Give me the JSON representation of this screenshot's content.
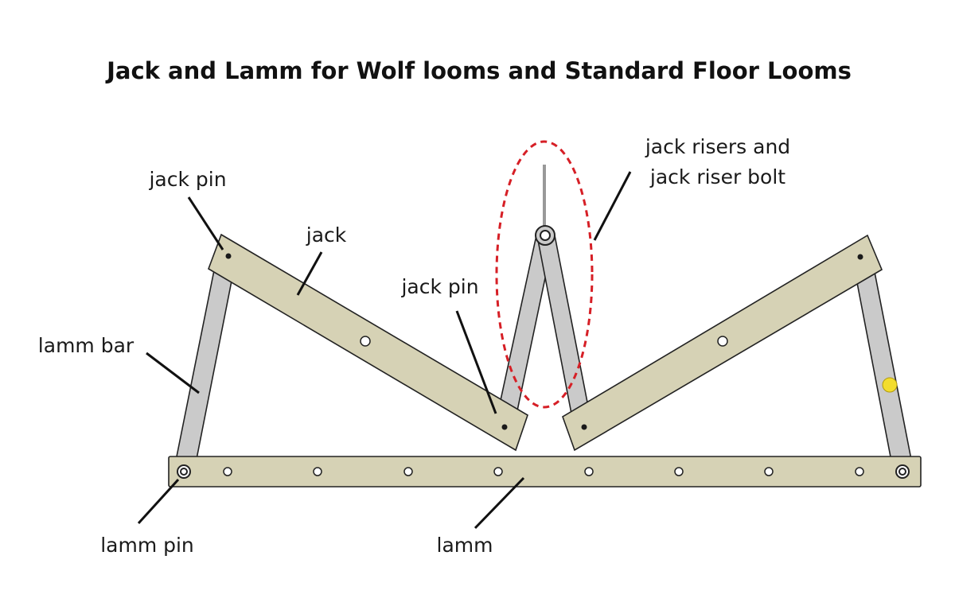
{
  "title": "Jack and Lamm for Wolf looms and Standard Floor Looms",
  "labels": {
    "jack_pin_left": "jack pin",
    "jack": "jack",
    "jack_pin_center": "jack pin",
    "jack_risers_line1": "jack risers and",
    "jack_risers_line2": "jack riser bolt",
    "lamm_bar": "lamm bar",
    "lamm_pin": "lamm pin",
    "lamm": "lamm"
  },
  "colors": {
    "wood": "#d6d2b5",
    "metal": "#cacaca",
    "outline": "#222222",
    "highlight_ellipse": "#d61f26",
    "knob": "#f3dd2e"
  }
}
